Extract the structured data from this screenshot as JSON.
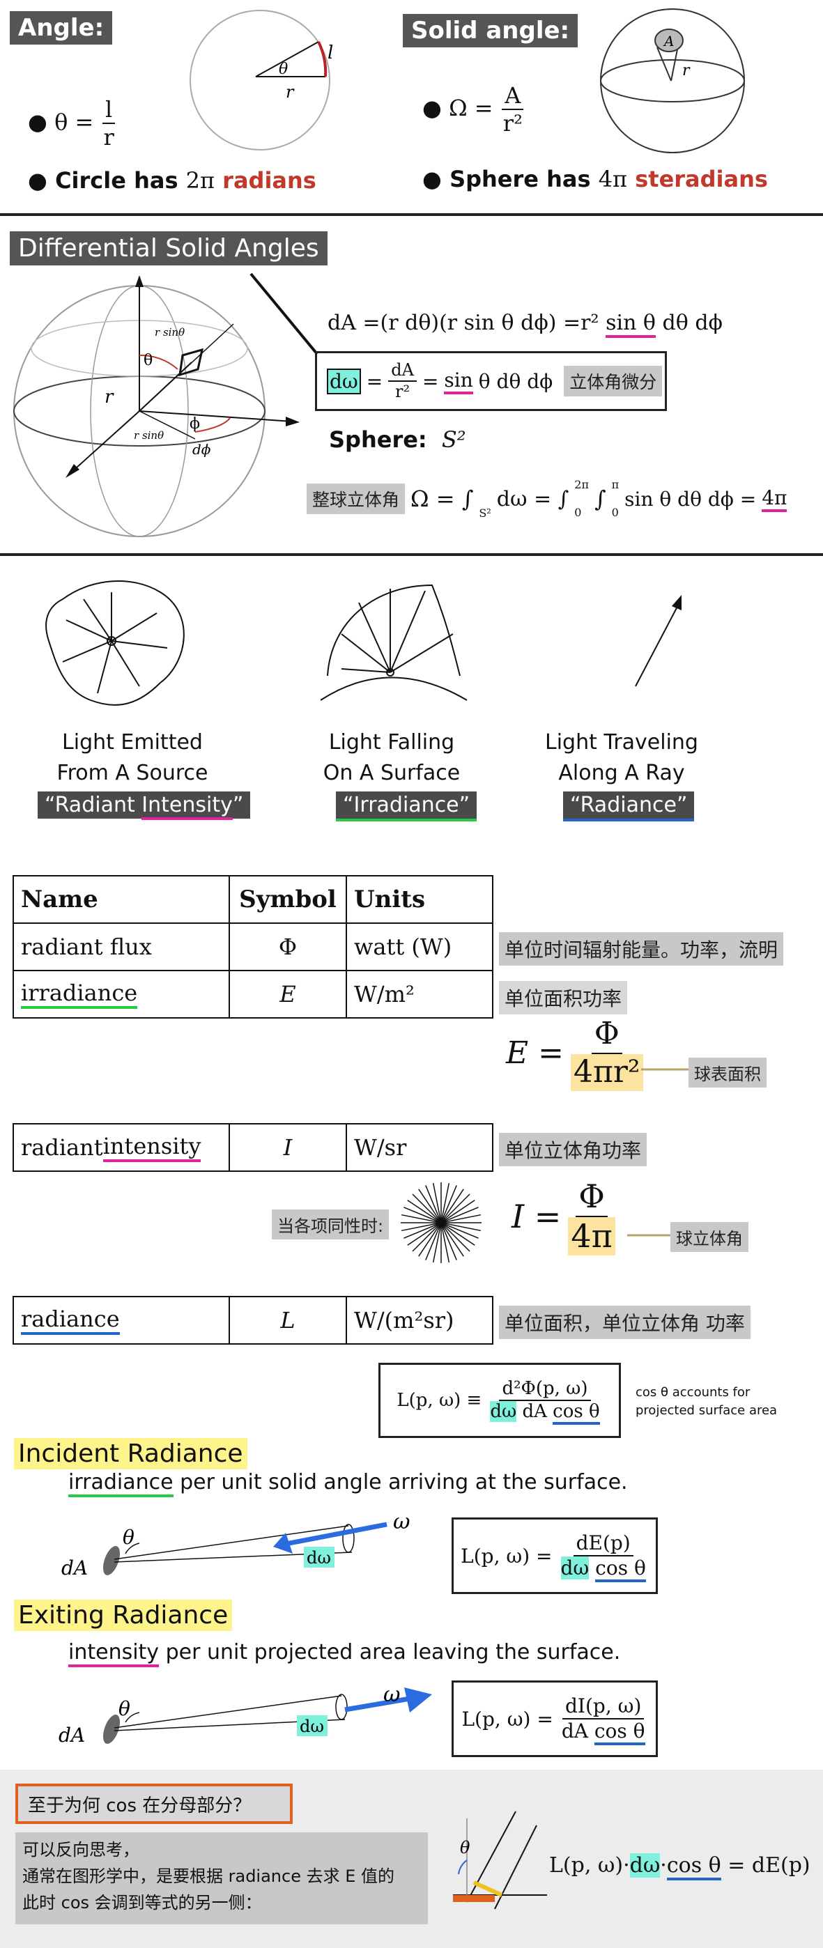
{
  "top": {
    "angle_title": "Angle:",
    "angle_formula_lhs": "θ =",
    "angle_num": "l",
    "angle_den": "r",
    "circle_has": "Circle has",
    "circle_val": "2π",
    "radians": "radians",
    "solid_title": "Solid angle:",
    "solid_formula_lhs": "Ω =",
    "solid_num": "A",
    "solid_den": "r²",
    "sphere_has": "Sphere has",
    "sphere_val": "4π",
    "steradians": "steradians",
    "fig_theta": "θ",
    "fig_r": "r",
    "fig_l": "l",
    "fig_A": "A",
    "fig_r2": "r"
  },
  "diff": {
    "title": "Differential Solid Angles",
    "dA_eq": "dA =(r dθ)(r sin θ dϕ)  =r² sin θ dθ dϕ",
    "dA_eq_pre": "dA =(r dθ)(r sin θ dϕ)  =r²",
    "dA_eq_sin": "sin θ",
    "dA_eq_post": "dθ dϕ",
    "domega": "dω",
    "eq_mid_num": "dA",
    "eq_mid_den": "r²",
    "eq_sin": "sin",
    "eq_rest": "θ dθ dϕ",
    "zh_diff": "立体角微分",
    "sphere_label": "Sphere:",
    "sphere_S2": "S²",
    "zh_whole": "整球立体角",
    "whole_eq": "Ω = ∫",
    "whole_sub": "S²",
    "whole_mid": "dω = ∫",
    "whole_int_upper1": "2π",
    "whole_int_lower1": "0",
    "whole_int_upper2": "π",
    "whole_int_lower2": "0",
    "whole_tail": "sin θ dθ dϕ =",
    "whole_result": "4π",
    "fig_rsin1": "r sinθ",
    "fig_theta": "θ",
    "fig_r": "r",
    "fig_rsin2": "r sinθ",
    "fig_phi": "ϕ",
    "fig_dphi": "dϕ"
  },
  "light": {
    "c1_l1": "Light Emitted",
    "c1_l2": "From A Source",
    "c1_tag_pre": "“Radiant ",
    "c1_tag_u": "Intensity",
    "c1_tag_post": "”",
    "c2_l1": "Light Falling",
    "c2_l2": "On A Surface",
    "c2_tag": "“Irradiance”",
    "c3_l1": "Light Traveling",
    "c3_l2": "Along A Ray",
    "c3_tag": "“Radiance”"
  },
  "table": {
    "h_name": "Name",
    "h_symbol": "Symbol",
    "h_units": "Units",
    "r1_name": "radiant flux",
    "r1_sym": "Φ",
    "r1_units": "watt (W)",
    "r1_zh": "单位时间辐射能量。功率，流明",
    "r2_name": "irradiance",
    "r2_sym": "E",
    "r2_units": "W/m²",
    "r2_zh": "单位面积功率",
    "E_lhs": "E =",
    "E_num": "Φ",
    "E_den": "4πr²",
    "E_note": "球表面积",
    "r3_name_pre": "radiant ",
    "r3_name_u": "intensity",
    "r3_sym": "I",
    "r3_units": "W/sr",
    "r3_zh": "单位立体角功率",
    "iso_label": "当各项同性时:",
    "I_lhs": "I =",
    "I_num": "Φ",
    "I_den": "4π",
    "I_note": "球立体角",
    "r4_name": "radiance",
    "r4_sym": "L",
    "r4_units": "W/(m²sr)",
    "r4_zh": "单位面积，单位立体角  功率"
  },
  "radiance": {
    "L_lhs": "L(p, ω) ≡",
    "L_num": "d²Φ(p, ω)",
    "L_den_dw": "dω",
    "L_den_dA": "dA",
    "L_den_cos": "cos θ",
    "cos_note1": "cos θ accounts for",
    "cos_note2": "projected surface area",
    "inc_title": "Incident Radiance",
    "inc_desc_u": "irradiance",
    "inc_desc": " per unit solid angle  arriving at the surface.",
    "inc_L": "L(p, ω) =",
    "inc_num": "dE(p)",
    "inc_den_dw": "dω",
    "inc_den_cos": "cos θ",
    "exit_title": "Exiting Radiance",
    "exit_desc_u": "intensity",
    "exit_desc": " per unit projected area leaving the surface.",
    "exit_L": "L(p, ω) =",
    "exit_num": "dI(p, ω)",
    "exit_den_dA": "dA",
    "exit_den_cos": "cos θ",
    "fig_dA": "dA",
    "fig_theta": "θ",
    "fig_omega": "ω",
    "fig_dw": "dω"
  },
  "bottom": {
    "question": "至于为何  cos  在分母部分？",
    "ans1": "可以反向思考，",
    "ans2": "通常在图形学中，是要根据  radiance 去求 E 值的",
    "ans3": "此时  cos  会调到等式的另一侧：",
    "eq_pre": "L(p, ω)·",
    "eq_dw": "dω",
    "eq_dot": "·",
    "eq_cos": "cos θ",
    "eq_post": " = dE(p)",
    "fig_theta": "θ"
  },
  "colors": {
    "pink": "#e0239a",
    "green": "#22cc44",
    "blue": "#2266cc",
    "red": "#c0392b",
    "cyan": "#7ff0dc",
    "yellow": "#fff38c"
  }
}
